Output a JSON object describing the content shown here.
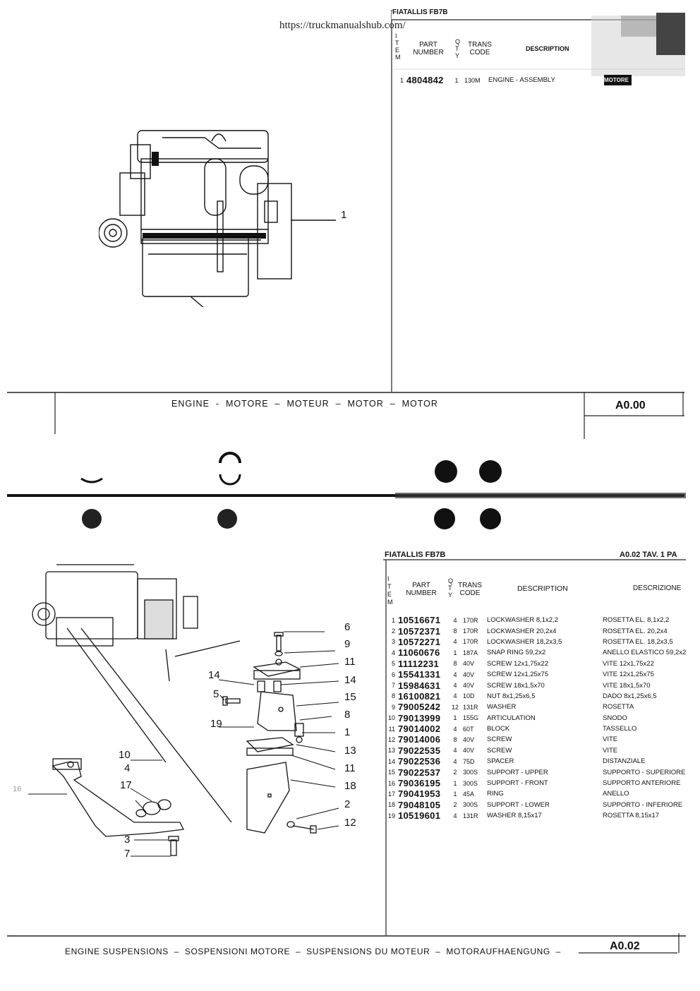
{
  "url": "https://truckmanualshub.com/",
  "page1": {
    "title": "FIATALLIS FB7B",
    "headers": {
      "item": "I T E M",
      "part_number": "PART NUMBER",
      "qty": "Q T Y",
      "trans_code": "TRANS CODE",
      "description": "DESCRIPTION"
    },
    "rows": [
      {
        "item": "1",
        "part": "4804842",
        "qty": "1",
        "code": "130M",
        "desc": "ENGINE - ASSEMBLY",
        "descr": "MOTORE"
      }
    ],
    "callout": "1",
    "footer": "ENGINE  -  MOTORE  –  MOTEUR  –  MOTOR  –  MOTOR",
    "page_ref": "A0.00"
  },
  "page2": {
    "title": "FIATALLIS FB7B",
    "tav": "A0.02 TAV. 1 PA",
    "headers": {
      "item": "I T E M",
      "part_number": "PART NUMBER",
      "qty": "Q T Y",
      "trans_code": "TRANS CODE",
      "description": "DESCRIPTION",
      "descrizione": "DESCRIZIONE"
    },
    "rows": [
      {
        "item": "1",
        "part": "10516671",
        "qty": "4",
        "code": "170R",
        "desc": "LOCKWASHER 8,1x2,2",
        "descr": "ROSETTA EL. 8,1x2,2"
      },
      {
        "item": "2",
        "part": "10572371",
        "qty": "8",
        "code": "170R",
        "desc": "LOCKWASHER 20,2x4",
        "descr": "ROSETTA EL. 20,2x4"
      },
      {
        "item": "3",
        "part": "10572271",
        "qty": "4",
        "code": "170R",
        "desc": "LOCKWASHER 18,2x3,5",
        "descr": "ROSETTA EL. 18,2x3,5"
      },
      {
        "item": "4",
        "part": "11060676",
        "qty": "1",
        "code": "187A",
        "desc": "SNAP RING 59,2x2",
        "descr": "ANELLO ELASTICO 59,2x2"
      },
      {
        "item": "5",
        "part": "11112231",
        "qty": "8",
        "code": "40V",
        "desc": "SCREW 12x1,75x22",
        "descr": "VITE 12x1,75x22"
      },
      {
        "item": "6",
        "part": "15541331",
        "qty": "4",
        "code": "40V",
        "desc": "SCREW 12x1,25x75",
        "descr": "VITE 12x1,25x75"
      },
      {
        "item": "7",
        "part": "15984631",
        "qty": "4",
        "code": "40V",
        "desc": "SCREW 18x1,5x70",
        "descr": "VITE 18x1,5x70"
      },
      {
        "item": "8",
        "part": "16100821",
        "qty": "4",
        "code": "10D",
        "desc": "NUT 8x1,25x6,5",
        "descr": "DADO 8x1,25x6,5"
      },
      {
        "item": "9",
        "part": "79005242",
        "qty": "12",
        "code": "131R",
        "desc": "WASHER",
        "descr": "ROSETTA"
      },
      {
        "item": "10",
        "part": "79013999",
        "qty": "1",
        "code": "155G",
        "desc": "ARTICULATION",
        "descr": "SNODO"
      },
      {
        "item": "11",
        "part": "79014002",
        "qty": "4",
        "code": "60T",
        "desc": "BLOCK",
        "descr": "TASSELLO"
      },
      {
        "item": "12",
        "part": "79014006",
        "qty": "8",
        "code": "40V",
        "desc": "SCREW",
        "descr": "VITE"
      },
      {
        "item": "13",
        "part": "79022535",
        "qty": "4",
        "code": "40V",
        "desc": "SCREW",
        "descr": "VITE"
      },
      {
        "item": "14",
        "part": "79022536",
        "qty": "4",
        "code": "75D",
        "desc": "SPACER",
        "descr": "DISTANZIALE"
      },
      {
        "item": "15",
        "part": "79022537",
        "qty": "2",
        "code": "300S",
        "desc": "SUPPORT - UPPER",
        "descr": "SUPPORTO - SUPERIORE"
      },
      {
        "item": "16",
        "part": "79036195",
        "qty": "1",
        "code": "300S",
        "desc": "SUPPORT - FRONT",
        "descr": "SUPPORTO   ANTERIORE"
      },
      {
        "item": "17",
        "part": "79041953",
        "qty": "1",
        "code": "45A",
        "desc": "RING",
        "descr": "ANELLO"
      },
      {
        "item": "18",
        "part": "79048105",
        "qty": "2",
        "code": "300S",
        "desc": "SUPPORT - LOWER",
        "descr": "SUPPORTO - INFERIORE"
      },
      {
        "item": "19",
        "part": "10519601",
        "qty": "4",
        "code": "131R",
        "desc": "WASHER 8,15x17",
        "descr": "ROSETTA 8,15x17"
      }
    ],
    "callouts_right": [
      "6",
      "9",
      "11",
      "14",
      "15",
      "8",
      "1",
      "13",
      "11",
      "18",
      "2",
      "12"
    ],
    "callouts_left": [
      "14",
      "5",
      "19",
      "10",
      "4",
      "17",
      "3",
      "7",
      "16"
    ],
    "footer": "ENGINE SUSPENSIONS  –  SOSPENSIONI MOTORE  –  SUSPENSIONS DU MOTEUR  –  MOTORAUFHAENGUNG  –",
    "page_ref": "A0.02"
  }
}
